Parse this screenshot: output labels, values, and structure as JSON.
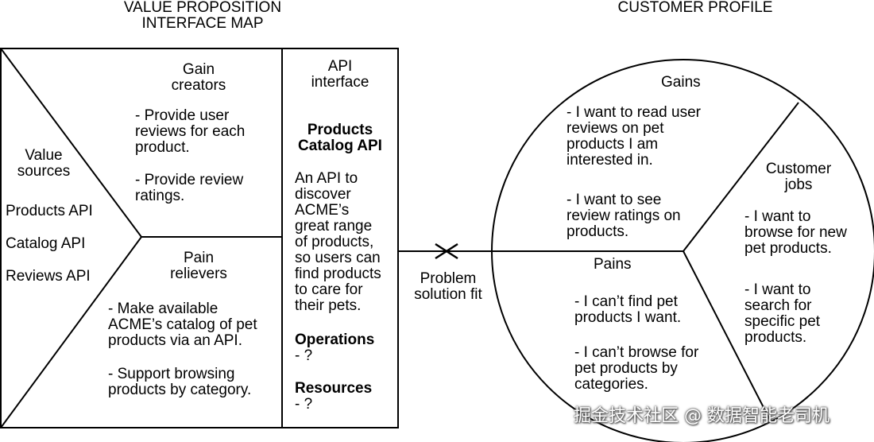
{
  "left_title": "VALUE PROPOSITION\nINTERFACE MAP",
  "right_title": "CUSTOMER PROFILE",
  "gain_creators": {
    "heading": "Gain\ncreators",
    "item1": "- Provide user\nreviews for each\nproduct.",
    "item2": " - Provide review\nratings."
  },
  "value_sources": {
    "heading": "Value\nsources",
    "items": [
      "Products API",
      "Catalog API",
      "Reviews API"
    ]
  },
  "pain_relievers": {
    "heading": "Pain\nrelievers",
    "item1": "- Make available\nACME’s catalog of pet\nproducts via an API.",
    "item2": "- Support browsing\nproducts by category."
  },
  "api_interface": {
    "heading": "API\ninterface",
    "api_name": "Products\nCatalog API",
    "description": "An API to\ndiscover\nACME’s\ngreat range\nof products,\nso users can\nfind products\nto care for\ntheir pets.",
    "operations_label": "Operations",
    "operations_value": "- ?",
    "resources_label": "Resources",
    "resources_value": "- ?"
  },
  "fit_label": "Problem\nsolution fit",
  "gains": {
    "heading": "Gains",
    "item1": "- I want to read user\nreviews on pet\nproducts I am\ninterested in.",
    "item2": "- I want to see\nreview ratings on\nproducts."
  },
  "customer_jobs": {
    "heading": "Customer\njobs",
    "item1": "- I want to\nbrowse for new\npet products.",
    "item2": "- I want to\nsearch for\nspecific pet\nproducts."
  },
  "pains": {
    "heading": "Pains",
    "item1": "- I can’t find pet\nproducts I want.",
    "item2": "- I can’t browse for\npet products by\ncategories."
  },
  "watermark": "掘金技术社区 @ 数据智能老司机"
}
